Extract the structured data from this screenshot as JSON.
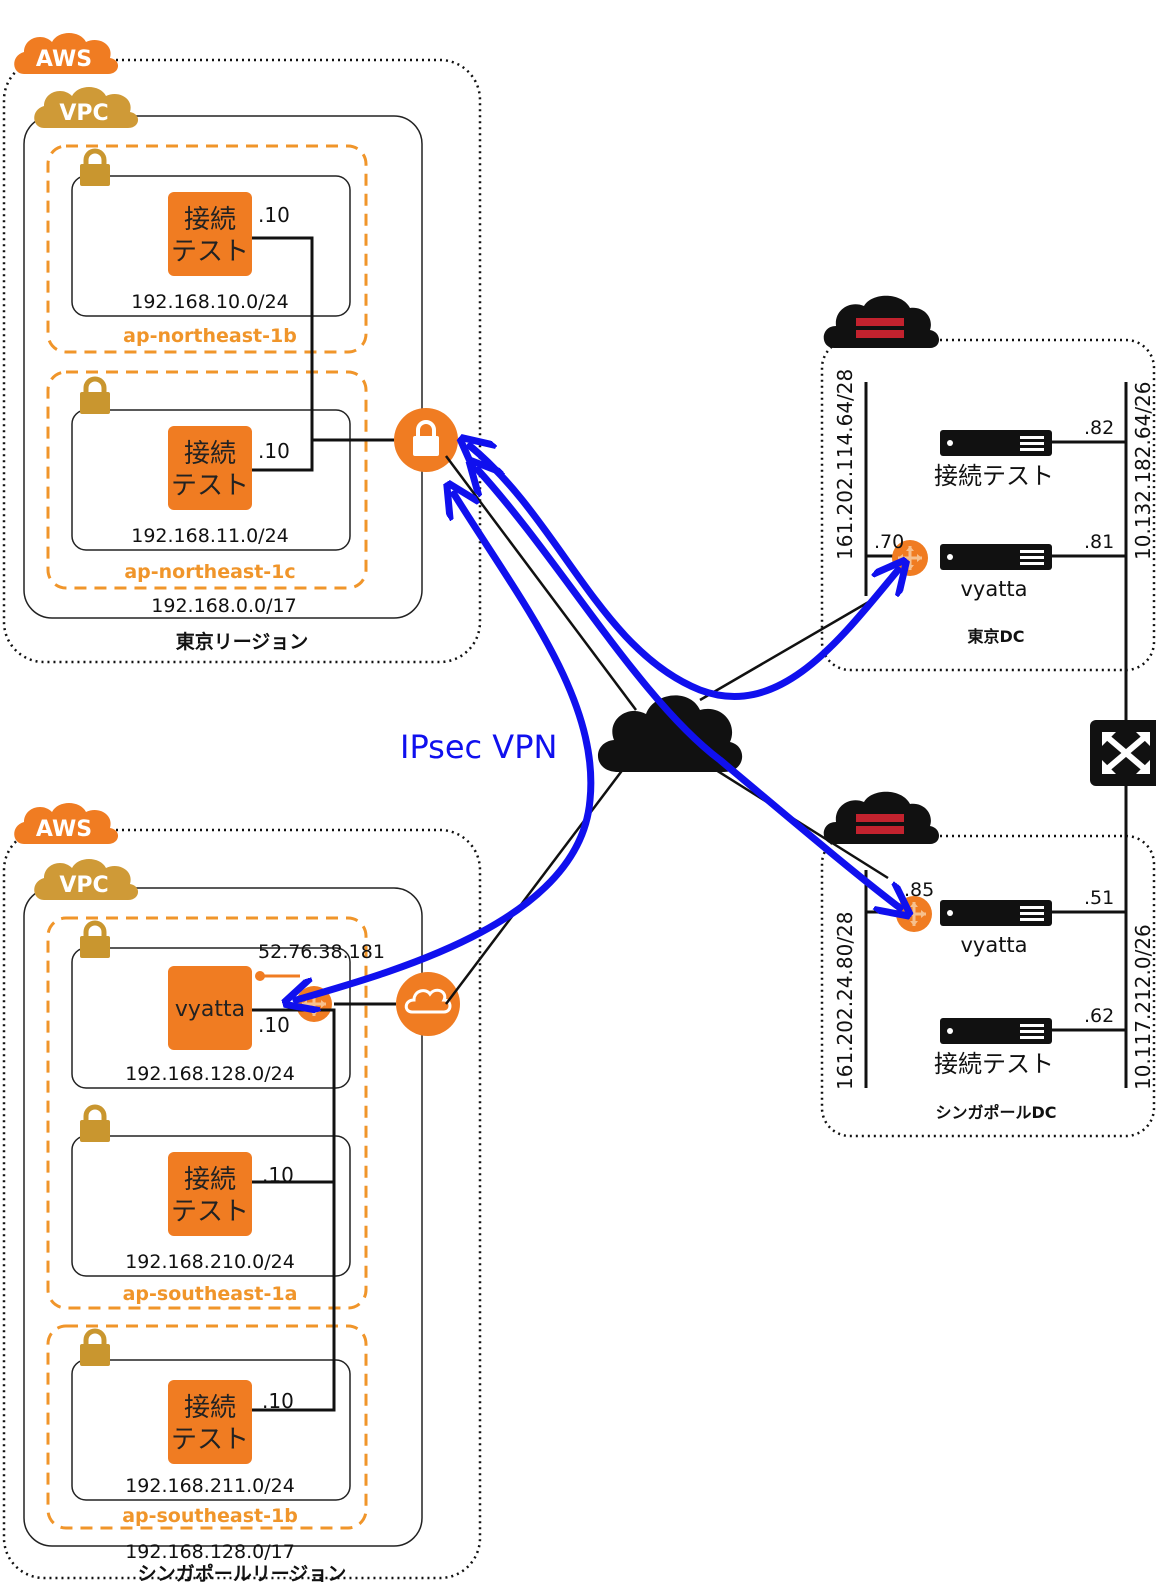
{
  "vpn_label": "IPsec VPN",
  "tokyo_region": {
    "cloud_label": "AWS",
    "vpc_label": "VPC",
    "region_label": "東京リージョン",
    "vpc_cidr": "192.168.0.0/17",
    "zones": [
      {
        "name": "ap-northeast-1b",
        "subnet": "192.168.10.0/24",
        "instance_line1": "接続",
        "instance_line2": "テスト",
        "ip": ".10"
      },
      {
        "name": "ap-northeast-1c",
        "subnet": "192.168.11.0/24",
        "instance_line1": "接続",
        "instance_line2": "テスト",
        "ip": ".10"
      }
    ]
  },
  "singapore_region": {
    "cloud_label": "AWS",
    "vpc_label": "VPC",
    "region_label": "シンガポールリージョン",
    "vpc_cidr": "192.168.128.0/17",
    "public_ip": "52.76.38.181",
    "zones": [
      {
        "name": "ap-southeast-1a",
        "subnets": [
          {
            "subnet": "192.168.128.0/24",
            "instance": "vyatta",
            "ip": ".10"
          },
          {
            "subnet": "192.168.210.0/24",
            "instance_line1": "接続",
            "instance_line2": "テスト",
            "ip": ".10"
          }
        ]
      },
      {
        "name": "ap-southeast-1b",
        "subnets": [
          {
            "subnet": "192.168.211.0/24",
            "instance_line1": "接続",
            "instance_line2": "テスト",
            "ip": ".10"
          }
        ]
      }
    ]
  },
  "tokyo_dc": {
    "label": "東京DC",
    "public_net": "161.202.114.64/28",
    "private_net": "10.132.182.64/26",
    "router_ip": ".70",
    "servers": [
      {
        "name": "接続テスト",
        "ip": ".82"
      },
      {
        "name": "vyatta",
        "ip": ".81"
      }
    ]
  },
  "singapore_dc": {
    "label": "シンガポールDC",
    "public_net": "161.202.24.80/28",
    "private_net": "10.117.212.0/26",
    "router_ip": ".85",
    "servers": [
      {
        "name": "vyatta",
        "ip": ".51"
      },
      {
        "name": "接続テスト",
        "ip": ".62"
      }
    ]
  },
  "colors": {
    "aws_orange": "#f07c22",
    "vpc_gold": "#cf9a37",
    "vpn_blue": "#1010ee",
    "zone_orange": "#f0952a",
    "dc_red": "#c3222e"
  },
  "icons": [
    "aws-cloud-icon",
    "vpc-cloud-icon",
    "lock-icon",
    "vpn-gateway-icon",
    "internet-gateway-icon",
    "router-icon",
    "server-icon",
    "internet-cloud-icon",
    "switch-icon",
    "datacenter-cloud-icon"
  ]
}
